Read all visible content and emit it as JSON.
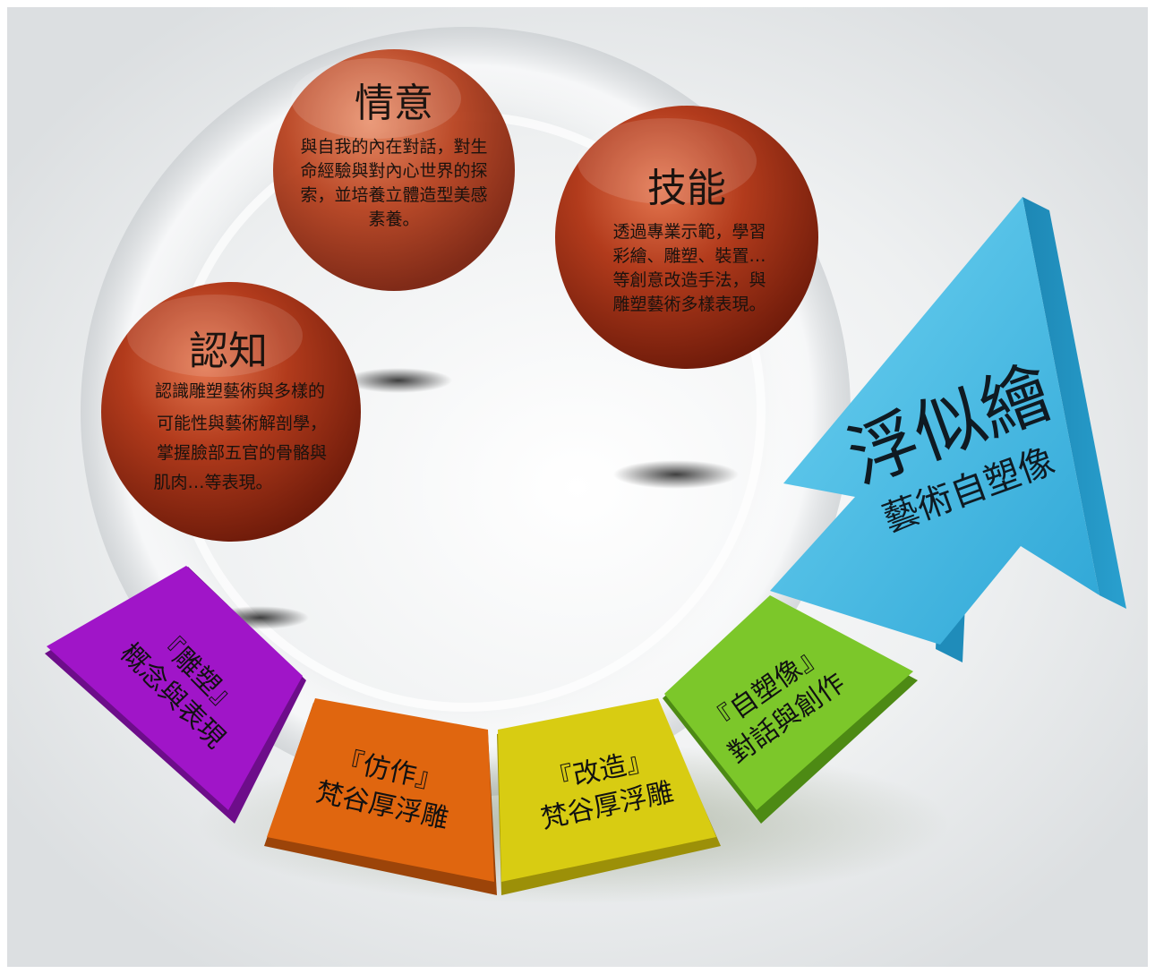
{
  "circles": [
    {
      "id": "qingyi",
      "title": "情意",
      "lines": [
        "與自我的內在對話，對生",
        "命經驗與對內心世界的探",
        "索，並培養立體造型美感",
        "素養。"
      ]
    },
    {
      "id": "jineng",
      "title": "技能",
      "lines": [
        "透過專業示範，學習",
        "彩繪、雕塑、裝置…",
        "等創意改造手法，與",
        "雕塑藝術多樣表現。"
      ]
    },
    {
      "id": "renzhi",
      "title": "認知",
      "lines": [
        "認識雕塑藝術與多樣的",
        "可能性與藝術解剖學，",
        "掌握臉部五官的骨骼與",
        "肌肉…等表現。"
      ]
    }
  ],
  "segments": [
    {
      "id": "sculpture",
      "line1": "『雕塑』",
      "line2": "概念與表現",
      "color": "#a015c8"
    },
    {
      "id": "imitate",
      "line1": "『仿作』",
      "line2": "梵谷厚浮雕",
      "color": "#e0660f"
    },
    {
      "id": "transform",
      "line1": "『改造』",
      "line2": "梵谷厚浮雕",
      "color": "#d8cc12"
    },
    {
      "id": "selfportrait",
      "line1": "『自塑像』",
      "line2": "對話與創作",
      "color": "#7cc72a"
    }
  ],
  "arrow": {
    "title": "浮似繪",
    "subtitle": "藝術自塑像",
    "color": "#45bde6"
  }
}
